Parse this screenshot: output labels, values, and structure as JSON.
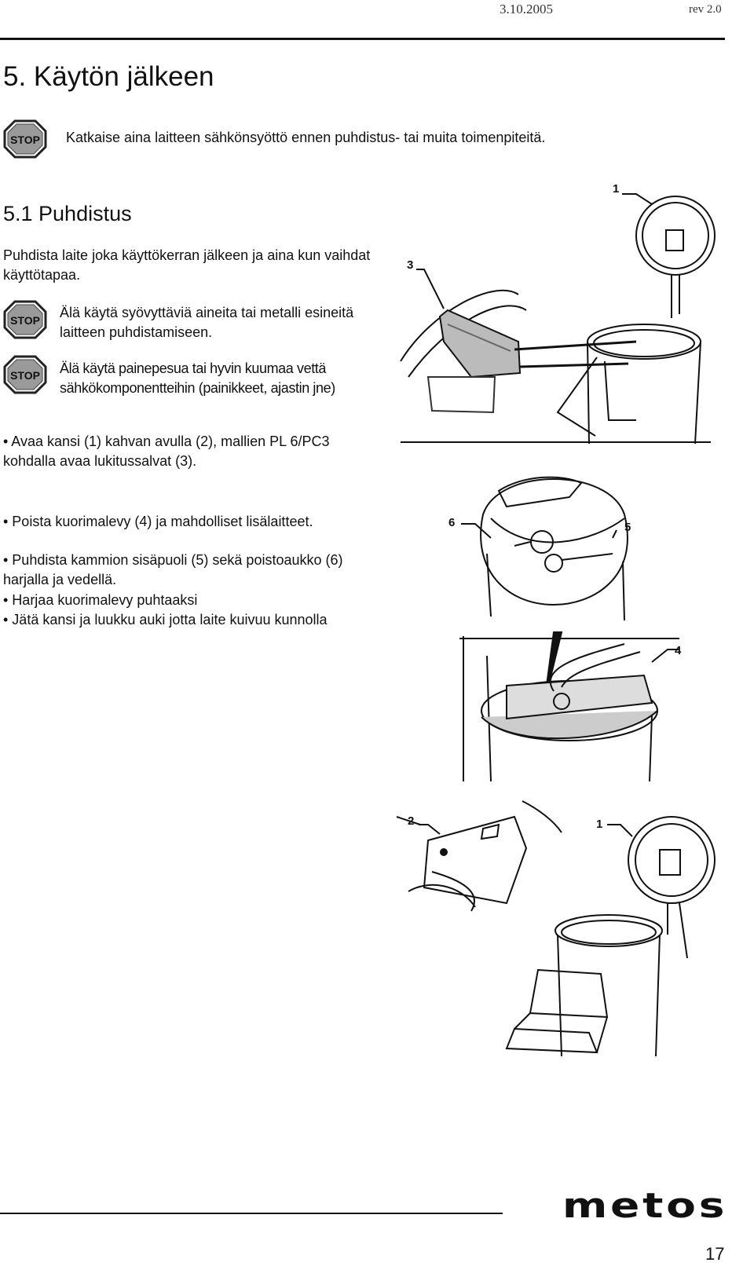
{
  "header": {
    "date": "3.10.2005",
    "revision": "rev 2.0"
  },
  "section_title": "5. Käytön jälkeen",
  "warning_main": "Katkaise aina laitteen sähkönsyöttö ennen puhdistus- tai muita toimenpiteitä.",
  "subsection_title": "5.1 Puhdistus",
  "intro": "Puhdista laite joka käyttökerran jälkeen ja aina kun vaihdat käyttötapaa.",
  "warnings": [
    "Älä käytä syövyttäviä aineita tai metalli esineitä laitteen puhdistamiseen.",
    "Älä käytä painepesua tai hyvin kuumaa vettä sähkökomponentteihin (painikkeet, ajastin jne)"
  ],
  "steps": {
    "open_lid": "• Avaa kansi (1) kahvan avulla (2), mallien PL 6/PC3 kohdalla avaa lukitussalvat (3).",
    "remove_plate": "• Poista kuorimalevy (4) ja mahdolliset lisälaitteet.",
    "clean_chamber": "• Puhdista kammion sisäpuoli (5) sekä poistoaukko (6) harjalla ja vedellä.",
    "brush_plate": "• Harjaa kuorimalevy puhtaaksi",
    "leave_open": "• Jätä kansi ja luukku auki jotta laite kuivuu kunnolla"
  },
  "stop_sign_text": "STOP",
  "figure_labels": {
    "fig1": [
      "1",
      "3"
    ],
    "fig2": [
      "6",
      "5",
      "4"
    ],
    "fig3": [
      "2",
      "1"
    ]
  },
  "footer": {
    "brand": "metos",
    "page_number": "17"
  }
}
